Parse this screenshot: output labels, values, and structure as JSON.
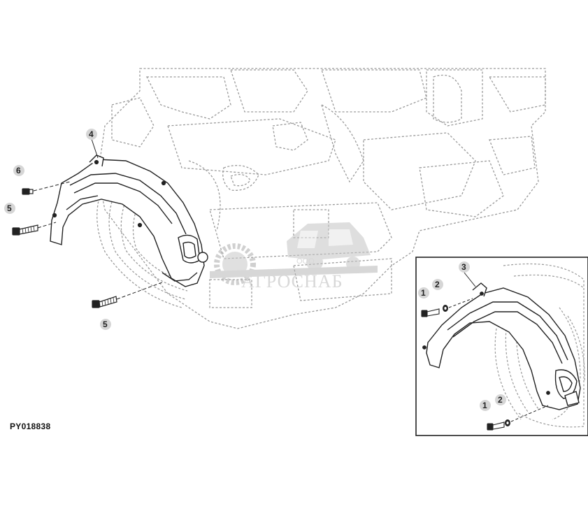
{
  "figure_id": "PY018838",
  "watermark": {
    "prefix": "ООО",
    "name": "АГРОСНАБ"
  },
  "callouts": {
    "c4": "4",
    "c6": "6",
    "c5a": "5",
    "c5b": "5",
    "c3": "3",
    "c1a": "1",
    "c2a": "2",
    "c1b": "1",
    "c2b": "2"
  }
}
